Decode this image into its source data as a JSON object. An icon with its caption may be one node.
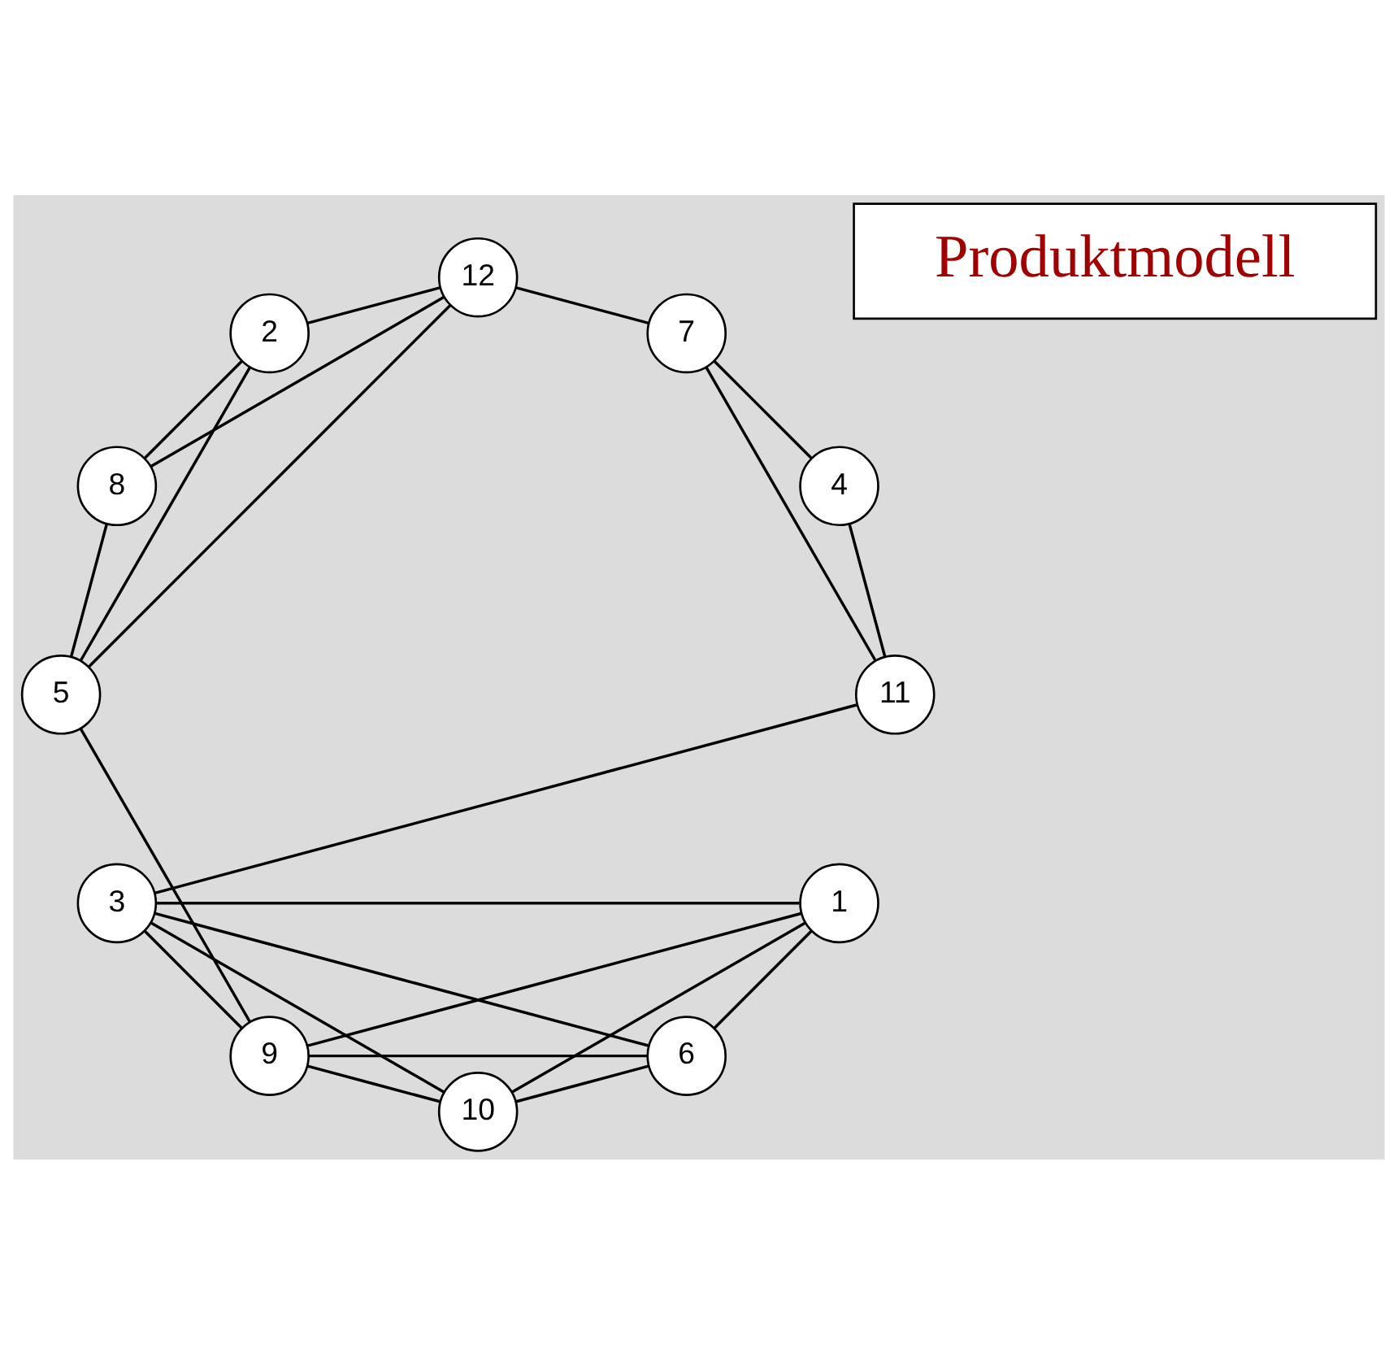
{
  "diagram": {
    "nodes": [
      {
        "text": [
          "Produktmodell"
        ]
      },
      {
        "text": [
          "1"
        ]
      },
      {
        "text": [
          "2"
        ]
      },
      {
        "text": [
          "3"
        ]
      },
      {
        "text": [
          "4"
        ]
      },
      {
        "text": [
          "5"
        ]
      },
      {
        "text": [
          "6"
        ]
      },
      {
        "text": [
          "7"
        ]
      },
      {
        "text": [
          "8"
        ]
      },
      {
        "text": [
          "9"
        ]
      },
      {
        "text": [
          "10"
        ]
      },
      {
        "text": [
          "11"
        ]
      },
      {
        "text": [
          "12"
        ]
      }
    ],
    "edges": [
      {
        "from": 12,
        "to": 2,
        "arrow": "none"
      },
      {
        "from": 12,
        "to": 8,
        "arrow": "none"
      },
      {
        "from": 12,
        "to": 7,
        "arrow": "none"
      },
      {
        "from": 12,
        "to": 5,
        "arrow": "none"
      },
      {
        "from": 1,
        "to": 10,
        "arrow": "none"
      },
      {
        "from": 1,
        "to": 9,
        "arrow": "none"
      },
      {
        "from": 1,
        "to": 6,
        "arrow": "none"
      },
      {
        "from": 1,
        "to": 3,
        "arrow": "none"
      },
      {
        "from": 11,
        "to": 7,
        "arrow": "none"
      },
      {
        "from": 11,
        "to": 3,
        "arrow": "none"
      },
      {
        "from": 11,
        "to": 4,
        "arrow": "none"
      },
      {
        "from": 10,
        "to": 3,
        "arrow": "none"
      },
      {
        "from": 10,
        "to": 9,
        "arrow": "none"
      },
      {
        "from": 10,
        "to": 6,
        "arrow": "none"
      },
      {
        "from": 9,
        "to": 3,
        "arrow": "none"
      },
      {
        "from": 9,
        "to": 6,
        "arrow": "none"
      },
      {
        "from": 9,
        "to": 5,
        "arrow": "none"
      },
      {
        "from": 8,
        "to": 2,
        "arrow": "none"
      },
      {
        "from": 8,
        "to": 5,
        "arrow": "none"
      },
      {
        "from": 7,
        "to": 4,
        "arrow": "none"
      },
      {
        "from": 6,
        "to": 3,
        "arrow": "none"
      },
      {
        "from": 5,
        "to": 2,
        "arrow": "none"
      }
    ]
  }
}
